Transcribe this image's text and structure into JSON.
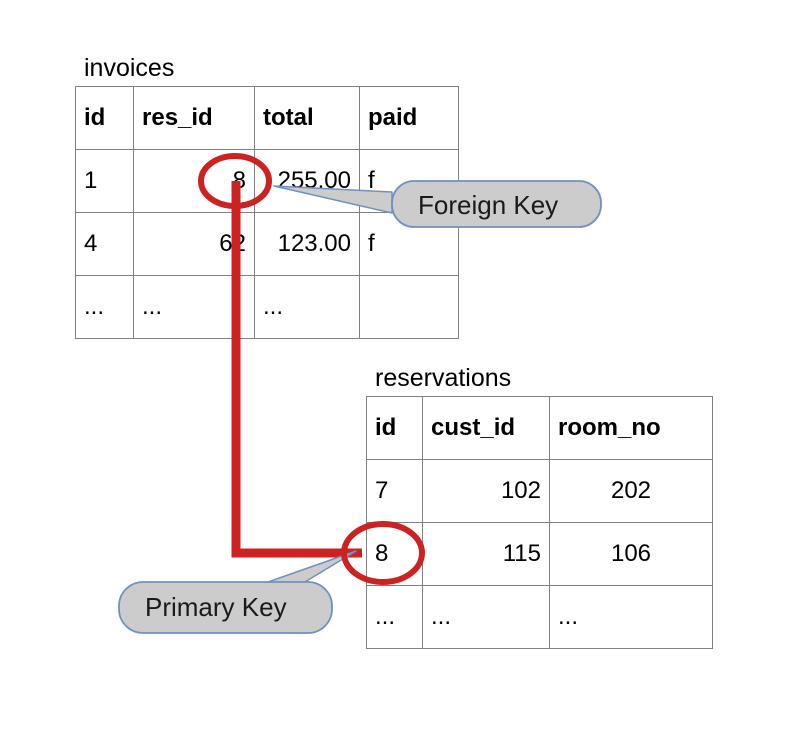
{
  "diagram": {
    "type": "database-relationship-diagram",
    "colors": {
      "connector_red": "#cc2222",
      "callout_fill": "#cccccc",
      "callout_stroke": "#6f91bf",
      "table_border": "#808080",
      "text": "#000000",
      "background": "#ffffff"
    }
  },
  "tables": [
    {
      "name": "invoices",
      "title": "invoices",
      "columns": [
        "id",
        "res_id",
        "total",
        "paid"
      ],
      "rows": [
        [
          "1",
          "8",
          "255.00",
          "f"
        ],
        [
          "4",
          "62",
          "123.00",
          "f"
        ],
        [
          "...",
          "...",
          "...",
          ""
        ]
      ]
    },
    {
      "name": "reservations",
      "title": "reservations",
      "columns": [
        "id",
        "cust_id",
        "room_no"
      ],
      "rows": [
        [
          "7",
          "102",
          "202"
        ],
        [
          "8",
          "115",
          "106"
        ],
        [
          "...",
          "...",
          "..."
        ]
      ]
    }
  ],
  "annotations": {
    "foreign_key": {
      "label": "Foreign Key",
      "points_to": "invoices.res_id = 8"
    },
    "primary_key": {
      "label": "Primary Key",
      "points_to": "reservations.id = 8"
    }
  },
  "relationship": {
    "from": "invoices.res_id",
    "to": "reservations.id",
    "highlighted_value": "8"
  }
}
